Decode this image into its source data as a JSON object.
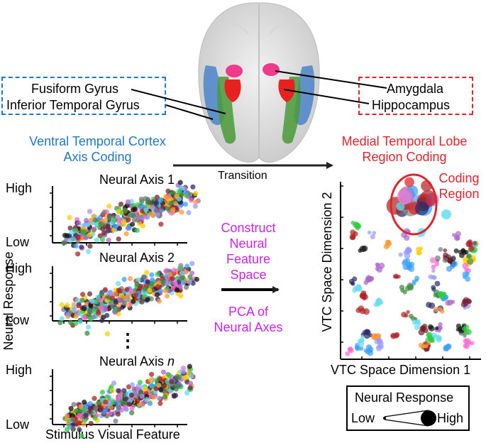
{
  "brain": {
    "vtc_labels": [
      "Fusiform Gyrus",
      "Inferior Temporal Gyrus"
    ],
    "mtl_labels": [
      "Amygdala",
      "Hippocampus"
    ]
  },
  "vtc_title": [
    "Ventral Temporal Cortex",
    "Axis Coding"
  ],
  "mtl_title": [
    "Medial Temporal Lobe",
    "Region Coding"
  ],
  "transition_label": "Transition",
  "panels": {
    "y_axis_label": "Neural Response",
    "x_axis_label": "Stimulus Visual Feature",
    "high_label": "High",
    "low_label": "Low",
    "axis_titles": [
      "Neural Axis 1",
      "Neural Axis 2"
    ],
    "axis_n_prefix": "Neural Axis ",
    "axis_n_suffix": "n",
    "ellipsis": "⋮"
  },
  "middle": {
    "construct_lines": [
      "Construct",
      "Neural",
      "Feature",
      "Space"
    ],
    "pca_lines": [
      "PCA of",
      "Neural Axes"
    ]
  },
  "space_plot": {
    "x_label": "VTC Space Dimension 1",
    "y_label": "VTC Space Dimension 2",
    "region_label": [
      "Coding",
      "Region"
    ]
  },
  "legend": {
    "title": "Neural Response",
    "low": "Low",
    "high": "High"
  },
  "colors": {
    "vtc_blue": "#1f78c8",
    "mtl_red": "#e0242b",
    "pca_magenta": "#cc22ee",
    "fusiform_green": "#4a9a3a",
    "temporal_blue": "#3a7ac8",
    "amygdala_pink": "#f03a8a",
    "hippocampus_red": "#e82020"
  }
}
